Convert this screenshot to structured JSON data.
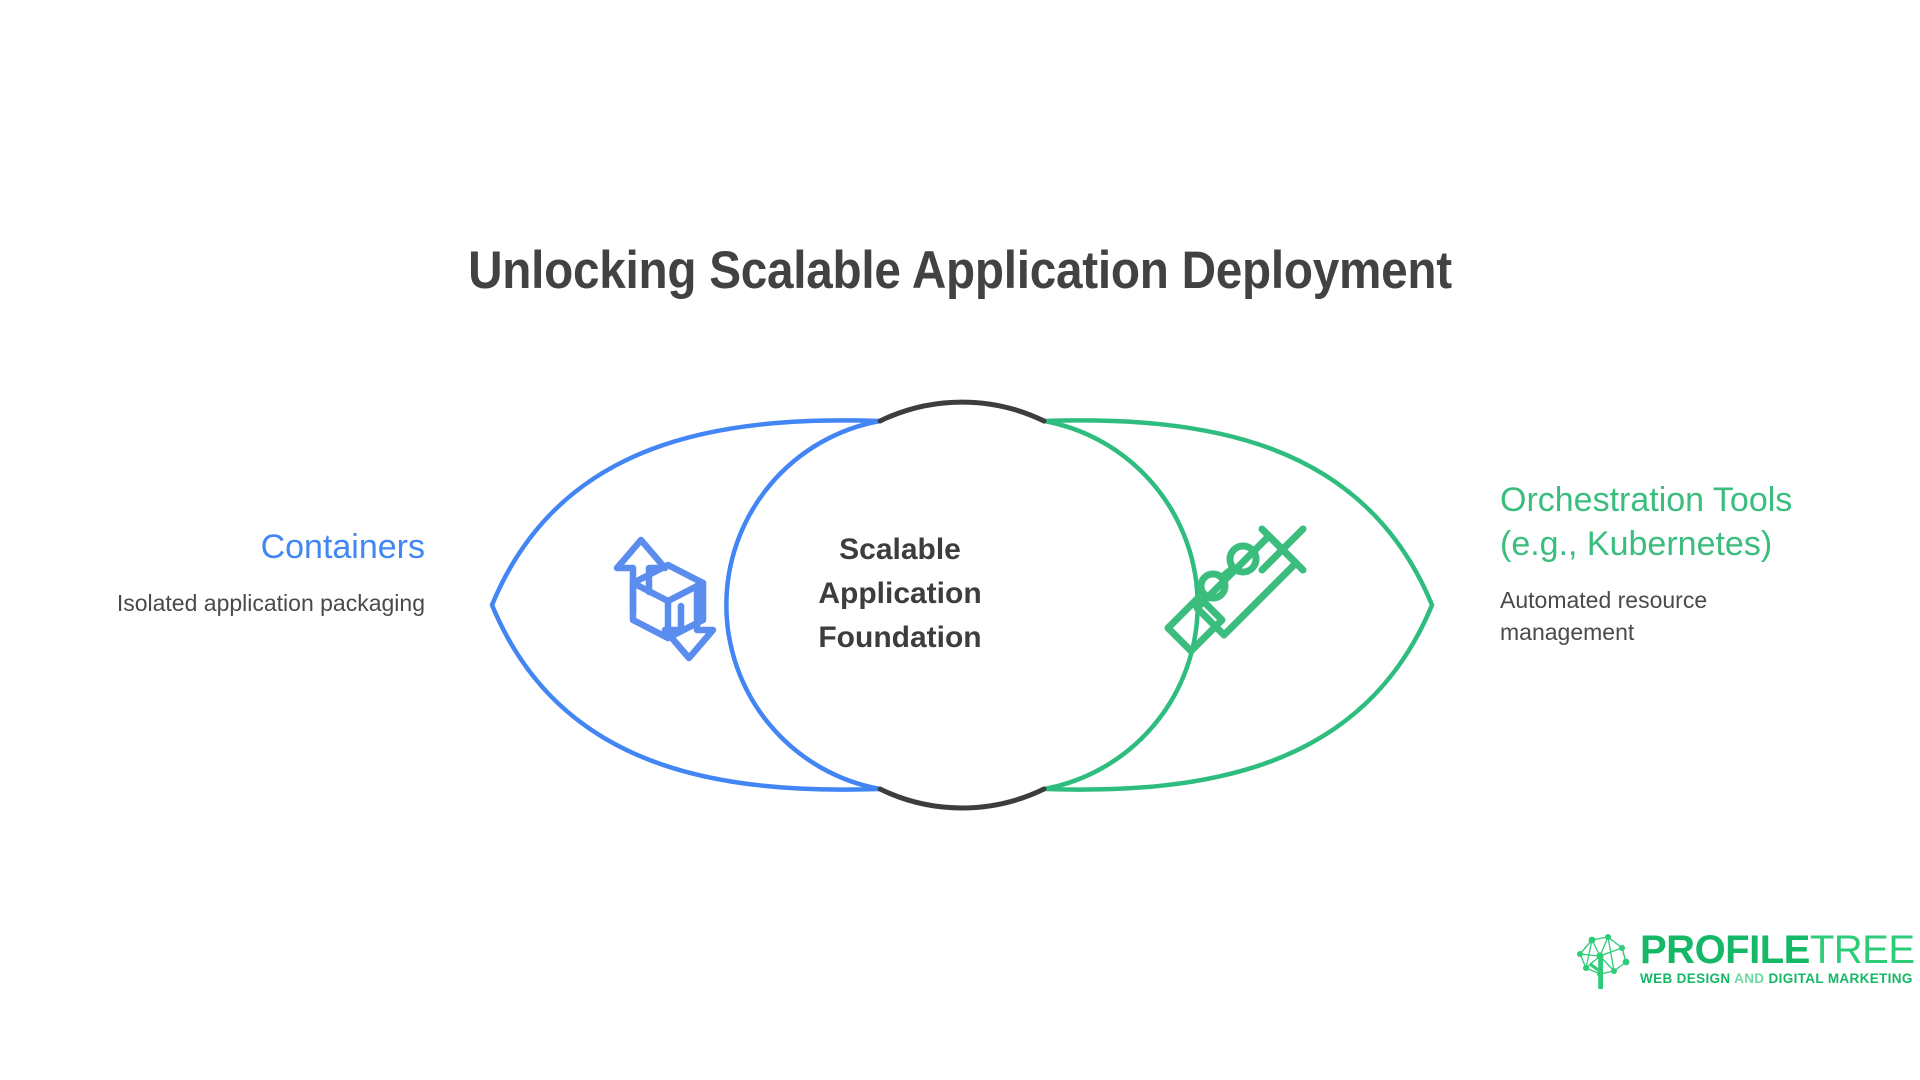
{
  "slide": {
    "background_color": "#ffffff",
    "title": "Unlocking Scalable Application Deployment"
  },
  "diagram": {
    "type": "venn-lens",
    "center": {
      "label_lines": [
        "Scalable",
        "Application",
        "Foundation"
      ],
      "full_label": "Scalable Application Foundation",
      "stroke_color": "#3d3d3d",
      "text_color": "#3d3d3d"
    },
    "left": {
      "heading": "Containers",
      "description": "Isolated application packaging",
      "color": "#4285f4",
      "icon": "container-box-scale-icon"
    },
    "right": {
      "heading": "Orchestration Tools (e.g., Kubernetes)",
      "description": "Automated resource management",
      "color": "#3bbd7e",
      "icon": "helm-baton-icon"
    }
  },
  "logo": {
    "mark": "network-tree-icon",
    "word_primary": "PROFILE",
    "word_secondary": "TREE",
    "tagline_parts": [
      {
        "text": "WEB DESIGN ",
        "emphasis": "strong"
      },
      {
        "text": "AND ",
        "emphasis": "light"
      },
      {
        "text": "DIGITAL MARKETING",
        "emphasis": "strong"
      }
    ],
    "tagline": "WEB DESIGN AND DIGITAL MARKETING",
    "color_primary": "#14b866",
    "color_secondary": "#2ecc78"
  }
}
